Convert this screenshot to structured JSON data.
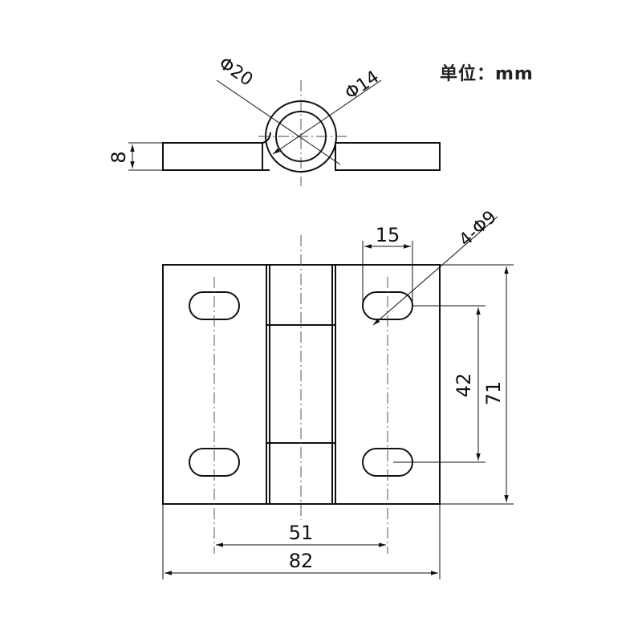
{
  "unit_label": "单位：mm",
  "dimensions": {
    "outer_diameter": "Φ20",
    "inner_diameter": "Φ14",
    "thickness": "8",
    "slot_spacing": "15",
    "holes": "4-Φ9",
    "hole_pitch_vertical": "42",
    "height": "71",
    "hole_pitch_horizontal": "51",
    "width": "82"
  }
}
